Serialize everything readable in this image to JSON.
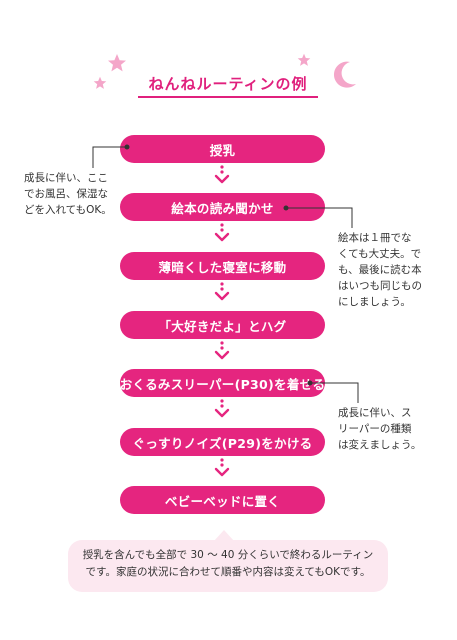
{
  "title": "ねんねルーティンの例",
  "steps": [
    "授乳",
    "絵本の読み聞かせ",
    "薄暗くした寝室に移動",
    "「大好きだよ」とハグ",
    "おくるみスリーパー(P30)を着せる",
    "ぐっすりノイズ(P29)をかける",
    "ベビーベッドに置く"
  ],
  "notes": {
    "feeding": "成長に伴い、ここ\nでお風呂、保湿な\nどを入れてもOK。",
    "picture_book": "絵本は１冊でな\nくても大丈夫。で\nも、最後に読む本\nはいつも同じもの\nにしましょう。",
    "sleeper": "成長に伴い、ス\nリーパーの種類\nは変えましょう。"
  },
  "summary": "授乳を含んでも全部で 30 〜 40 分くらいで終わるルーティン\nです。家庭の状況に合わせて順番や内容は変えてもOKです。",
  "colors": {
    "accent": "#e5257f",
    "title": "#e0207d",
    "summary_bg": "#fce8f0",
    "star": "#f4a6c9"
  },
  "icons": [
    "star-icon",
    "crescent-moon-icon",
    "down-arrow-icon"
  ]
}
